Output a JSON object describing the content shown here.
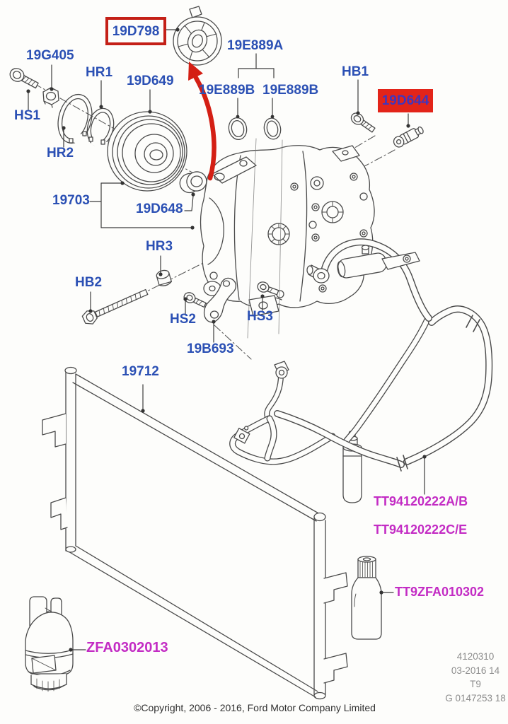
{
  "document": {
    "type": "ford-parts-diagram",
    "subject": "A/C compressor, condenser and refrigerant lines"
  },
  "labels": {
    "p19G405": "19G405",
    "hs1": "HS1",
    "hr2": "HR2",
    "hr1": "HR1",
    "p19D649": "19D649",
    "p19D798": "19D798",
    "p19E889A": "19E889A",
    "p19E889B_left": "19E889B",
    "p19E889B_right": "19E889B",
    "hb1": "HB1",
    "p19D644": "19D644",
    "p19703": "19703",
    "p19D648": "19D648",
    "hr3": "HR3",
    "hb2": "HB2",
    "hs2": "HS2",
    "p19B693": "19B693",
    "hs3": "HS3",
    "p19712": "19712",
    "tt_hose_ab": "TT94120222A/B",
    "tt_hose_ce": "TT94120222C/E",
    "tt_oil": "TT9ZFA010302",
    "zfa_refrigerant": "ZFA0302013"
  },
  "footer": {
    "plate_line1": "4120310",
    "plate_line2": "03-2016 14",
    "plate_line3": "T9",
    "plate_line4": "G 0147253 18",
    "copyright": "©Copyright, 2006 - 2016, Ford Motor Company Limited"
  },
  "colors": {
    "label_blue": "#2b50b4",
    "label_magenta": "#c32cc4",
    "highlight_red_border": "#c42017",
    "highlight_red_fill": "#e32419",
    "arrow_red": "#d41f14",
    "line_art": "#4a4a4a",
    "plate_gray": "#8c8c8c"
  }
}
